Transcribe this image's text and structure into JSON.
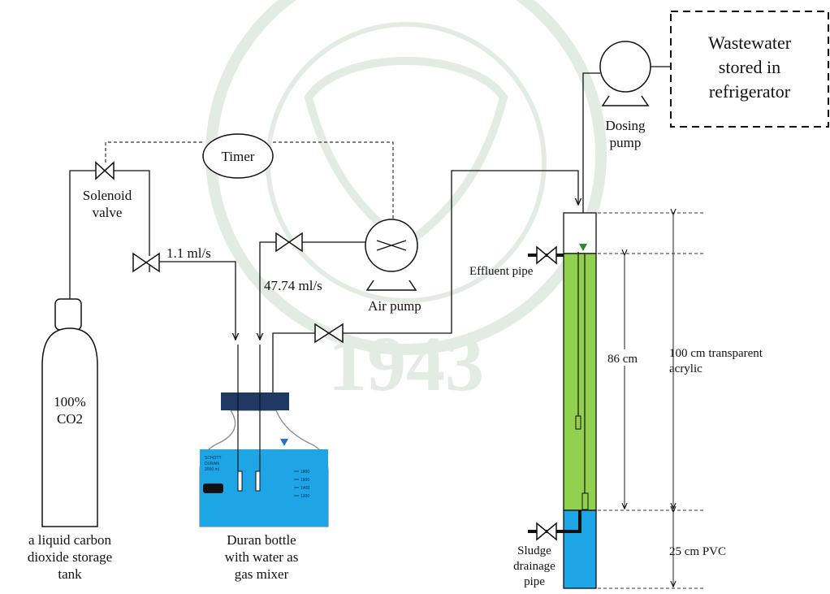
{
  "title": "",
  "watermark": {
    "year": "1943",
    "color": "#e3ece3"
  },
  "colors": {
    "line": "#111111",
    "dashed_line": "#333333",
    "water": "#1ea5e6",
    "reactor_fill": "#92d050",
    "pvc_fill": "#1ea5e6",
    "cap": "#1f3864",
    "bottle_glass": "#ffffff"
  },
  "components": {
    "co2_tank": {
      "label": "100%\nCO2",
      "caption": "a liquid carbon\ndioxide storage\ntank"
    },
    "solenoid_valve": {
      "label": "Solenoid\nvalve"
    },
    "timer": {
      "label": "Timer"
    },
    "co2_flow": {
      "label": "1.1 ml/s"
    },
    "air_flow": {
      "label": "47.74 ml/s"
    },
    "air_pump": {
      "label": "Air pump",
      "icon": "pump-icon"
    },
    "bottle": {
      "caption": "Duran bottle\nwith water as\ngas mixer",
      "brand_lines": [
        "SCHOTT",
        "DURAN",
        "2000 ml"
      ],
      "graduations": [
        "1800",
        "1600",
        "1400",
        "1200"
      ]
    },
    "dosing_pump": {
      "label": "Dosing\npump",
      "icon": "pump-icon"
    },
    "wastewater": {
      "label": "Wastewater\nstored in\nrefrigerator"
    },
    "effluent_pipe": {
      "label": "Effluent pipe"
    },
    "sludge_pipe": {
      "label": "Sludge\ndrainage\npipe"
    },
    "dimensions": {
      "reactor_height": "86 cm",
      "acrylic": "100 cm transparent\nacrylic",
      "pvc": "25 cm PVC"
    }
  }
}
